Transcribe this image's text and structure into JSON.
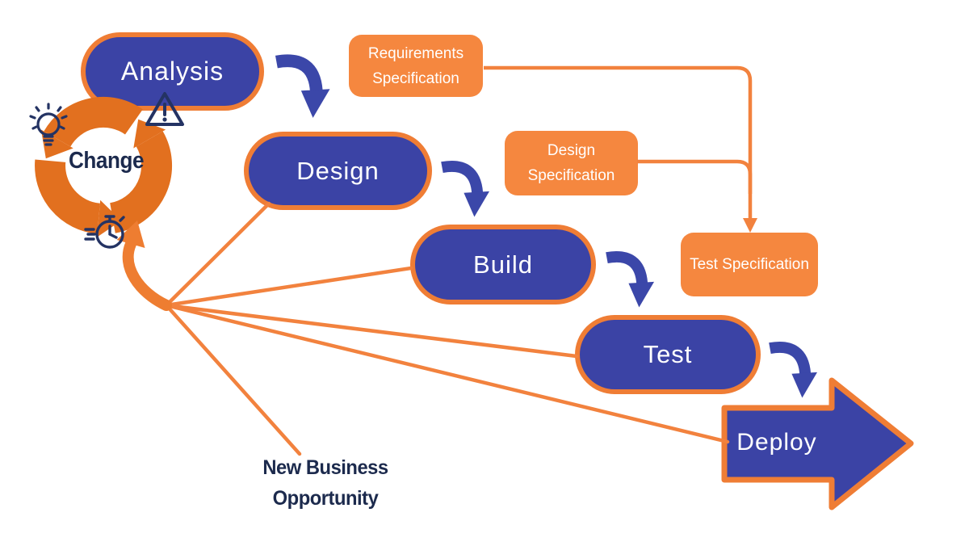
{
  "title": "Waterfall development process with change cycle",
  "colors": {
    "pill_fill": "#3B43A5",
    "pill_border": "#EF7D35",
    "spec_fill": "#F5873F",
    "connector_orange": "#F2823E",
    "cycle_orange": "#E2701F",
    "up_arrow_orange": "#EE7D31",
    "flow_arrow_blue": "#3B47A9",
    "navy_text": "#1C2A4D",
    "stage_text": "#FFFFFF"
  },
  "stages": [
    {
      "label": "Analysis"
    },
    {
      "label": "Design"
    },
    {
      "label": "Build"
    },
    {
      "label": "Test"
    },
    {
      "label": "Deploy"
    }
  ],
  "specs": [
    {
      "label": "Requirements Specification"
    },
    {
      "label": "Design Specification"
    },
    {
      "label": "Test Specification"
    }
  ],
  "change_cycle": {
    "label": "Change",
    "icons": [
      "lightbulb-icon",
      "warning-icon",
      "stopwatch-icon"
    ]
  },
  "annotations": {
    "new_business_line1": "New Business",
    "new_business_line2": "Opportunity"
  }
}
